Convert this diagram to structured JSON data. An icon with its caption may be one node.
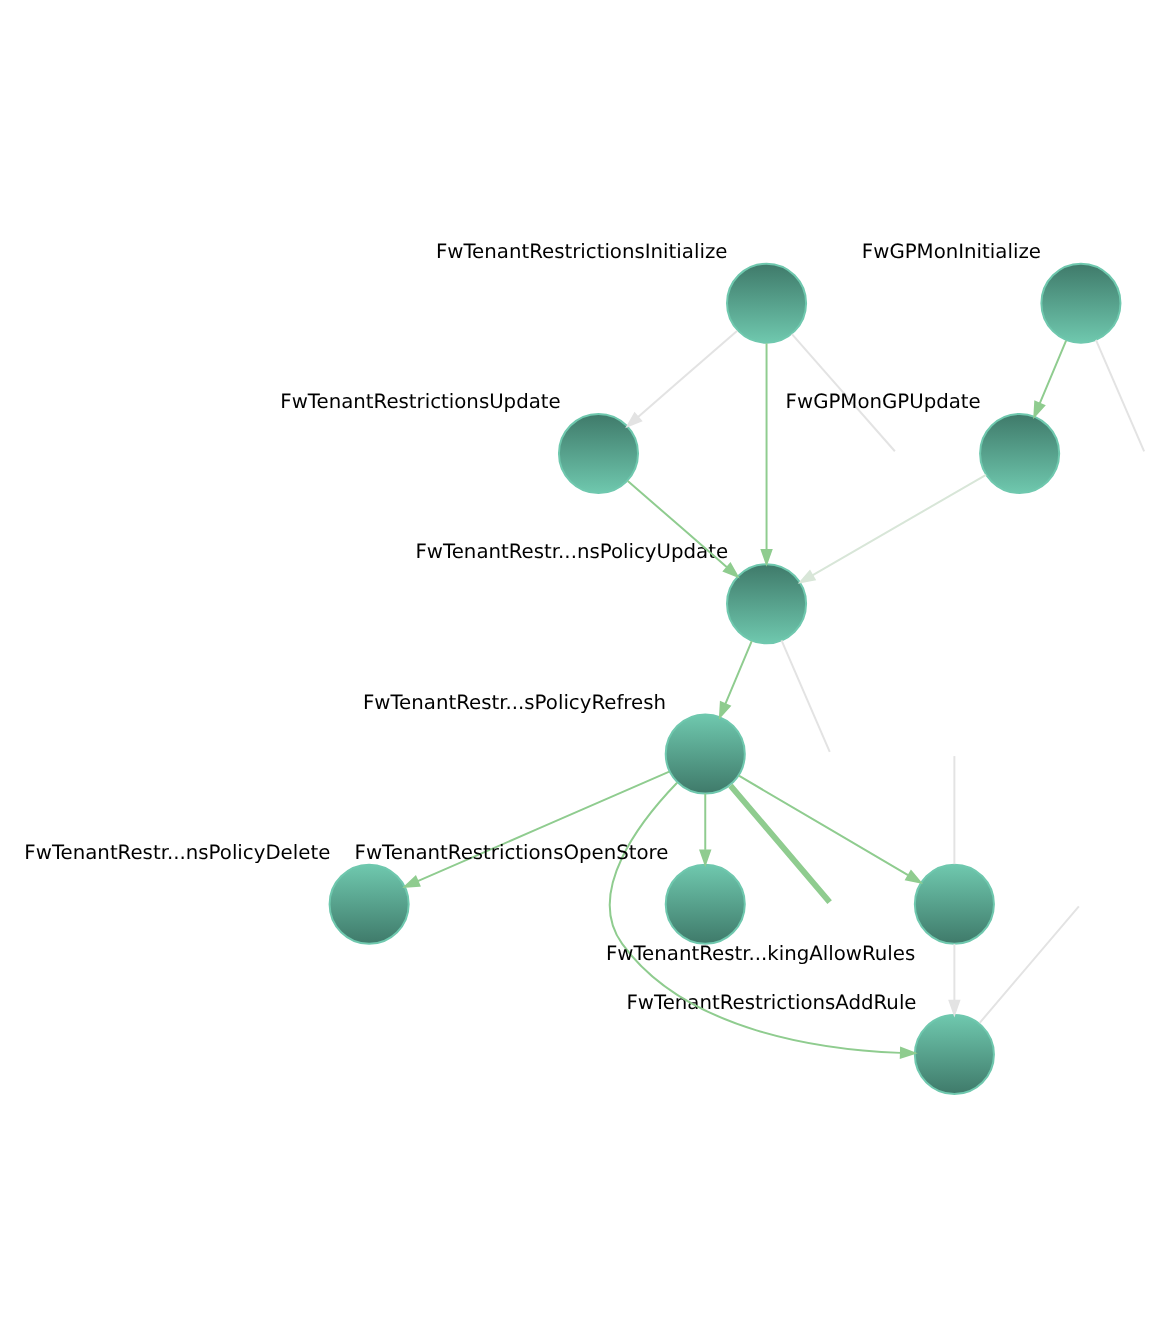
{
  "diagram": {
    "nodes": [
      {
        "text": [
          "FwTenantRestrictionsInitialize"
        ]
      },
      {
        "text": [
          "FwGPMonInitialize"
        ]
      },
      {
        "text": [
          "FwTenantRestrictionsUpdate"
        ]
      },
      {
        "text": [
          "FwGPMonGPUpdate"
        ]
      },
      {
        "text": [
          "FwTenantRestr...nsPolicyUpdate"
        ]
      },
      {
        "text": [
          "FwTenantRestr...sPolicyRefresh"
        ]
      },
      {
        "text": [
          "FwTenantRestr...nsPolicyDelete"
        ]
      },
      {
        "text": [
          "FwTenantRestrictionsAddRule"
        ]
      },
      {
        "text": [
          "FwTenantRestrictionsOpenStore"
        ]
      },
      {
        "text": [
          "FwTenantRestr...kingAllowRules"
        ]
      }
    ],
    "edges": [
      {
        "from": 0,
        "to": 2,
        "arrow": "to",
        "color": "#e3e3e3"
      },
      {
        "from": 0,
        "to": 4,
        "arrow": "to"
      },
      {
        "from": 1,
        "to": 3,
        "arrow": "to"
      },
      {
        "from": 2,
        "to": 4,
        "arrow": "to"
      },
      {
        "from": 3,
        "to": 4,
        "arrow": "to",
        "color": "#d8e6d8"
      },
      {
        "from": 4,
        "to": 5,
        "arrow": "to"
      },
      {
        "from": 5,
        "to": 6,
        "arrow": "to"
      },
      {
        "from": 5,
        "to": 8,
        "arrow": "to"
      },
      {
        "from": 5,
        "to": 9,
        "arrow": "to"
      },
      {
        "from": 5,
        "to": 7,
        "arrow": "to"
      },
      {
        "from": 9,
        "to": 7,
        "arrow": "to",
        "color": "#e3e3e3"
      },
      {
        "from": 0,
        "to": null,
        "arrow": "none",
        "color": "#e3e3e3"
      },
      {
        "from": 1,
        "to": null,
        "arrow": "none",
        "color": "#e3e3e3"
      },
      {
        "from": 4,
        "to": null,
        "arrow": "none",
        "color": "#e3e3e3"
      },
      {
        "from": 5,
        "to": null,
        "arrow": "none",
        "style": "thick"
      },
      {
        "from": null,
        "to": 7,
        "arrow": "none",
        "color": "#e3e3e3"
      },
      {
        "from": null,
        "to": 9,
        "arrow": "none",
        "color": "#e3e3e3"
      }
    ]
  }
}
